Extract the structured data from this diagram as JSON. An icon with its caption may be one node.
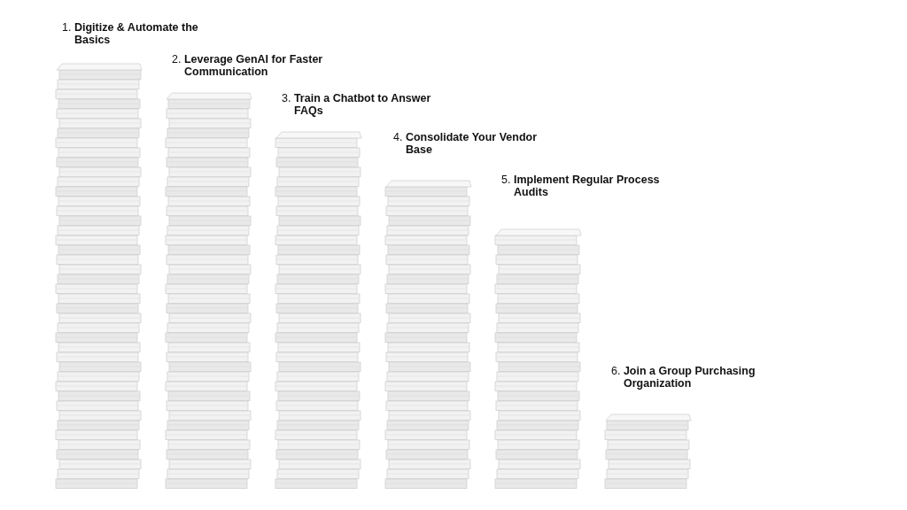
{
  "diagram": {
    "nodes": [
      {
        "text": [
          "1. **Digitize & Automate the Basics**"
        ]
      },
      {
        "text": [
          "2. **Leverage GenAI for Faster Communication**"
        ]
      },
      {
        "text": [
          "3. **Train a Chatbot to Answer FAQs**"
        ]
      },
      {
        "text": [
          "4. **Consolidate Your Vendor Base**"
        ]
      },
      {
        "text": [
          "5. **Implement Regular Process Audits**"
        ]
      },
      {
        "text": [
          "6. **Join a Group Purchasing Organization**"
        ]
      }
    ]
  }
}
